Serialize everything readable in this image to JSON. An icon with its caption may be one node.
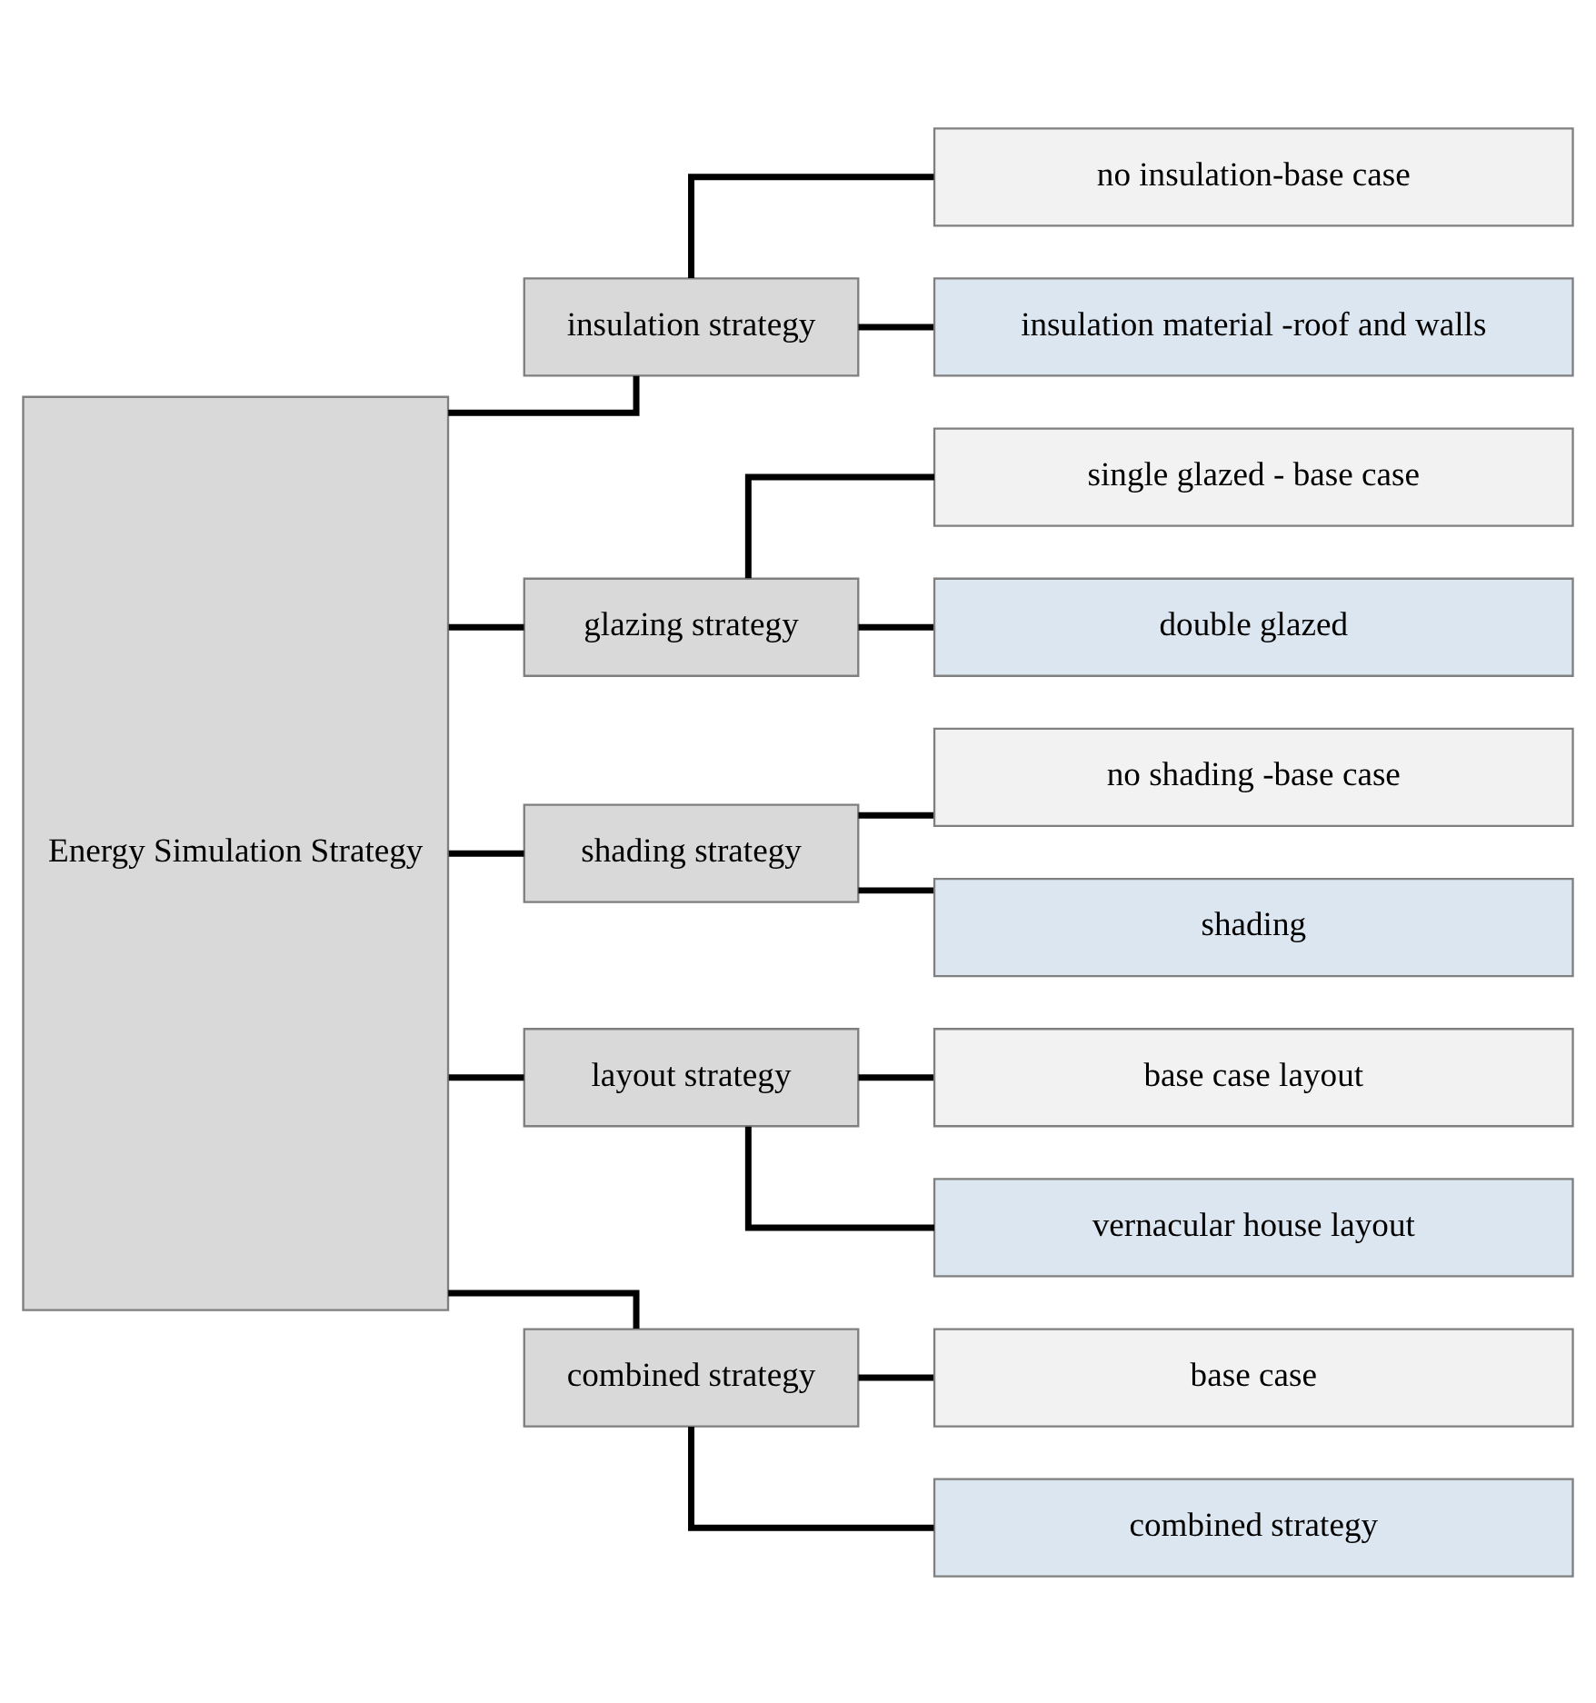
{
  "diagram": {
    "nodes": [
      {
        "text": [
          "Energy Simulation Strategy"
        ]
      },
      {
        "text": [
          "insulation strategy"
        ]
      },
      {
        "text": [
          "no insulation-base case"
        ]
      },
      {
        "text": [
          "insulation material -roof and walls"
        ]
      },
      {
        "text": [
          "glazing strategy"
        ]
      },
      {
        "text": [
          "single glazed - base case"
        ]
      },
      {
        "text": [
          "double glazed"
        ]
      },
      {
        "text": [
          "shading strategy"
        ]
      },
      {
        "text": [
          "no shading -base case"
        ]
      },
      {
        "text": [
          "shading"
        ]
      },
      {
        "text": [
          "layout strategy"
        ]
      },
      {
        "text": [
          "base case layout"
        ]
      },
      {
        "text": [
          "vernacular house layout"
        ]
      },
      {
        "text": [
          "combined strategy"
        ]
      },
      {
        "text": [
          "base case"
        ]
      },
      {
        "text": [
          "combined strategy"
        ]
      }
    ],
    "edges": [
      {
        "from": 0,
        "to": 1,
        "arrow": "none"
      },
      {
        "from": 0,
        "to": 4,
        "arrow": "none"
      },
      {
        "from": 0,
        "to": 7,
        "arrow": "none"
      },
      {
        "from": 0,
        "to": 10,
        "arrow": "none"
      },
      {
        "from": 0,
        "to": 13,
        "arrow": "none"
      },
      {
        "from": 1,
        "to": 2,
        "arrow": "none"
      },
      {
        "from": 1,
        "to": 3,
        "arrow": "none"
      },
      {
        "from": 4,
        "to": 5,
        "arrow": "none"
      },
      {
        "from": 4,
        "to": 6,
        "arrow": "none"
      },
      {
        "from": 7,
        "to": 8,
        "arrow": "none"
      },
      {
        "from": 7,
        "to": 9,
        "arrow": "none"
      },
      {
        "from": 10,
        "to": 11,
        "arrow": "none"
      },
      {
        "from": 10,
        "to": 12,
        "arrow": "none"
      },
      {
        "from": 13,
        "to": 14,
        "arrow": "none"
      },
      {
        "from": 13,
        "to": 15,
        "arrow": "none"
      }
    ]
  }
}
